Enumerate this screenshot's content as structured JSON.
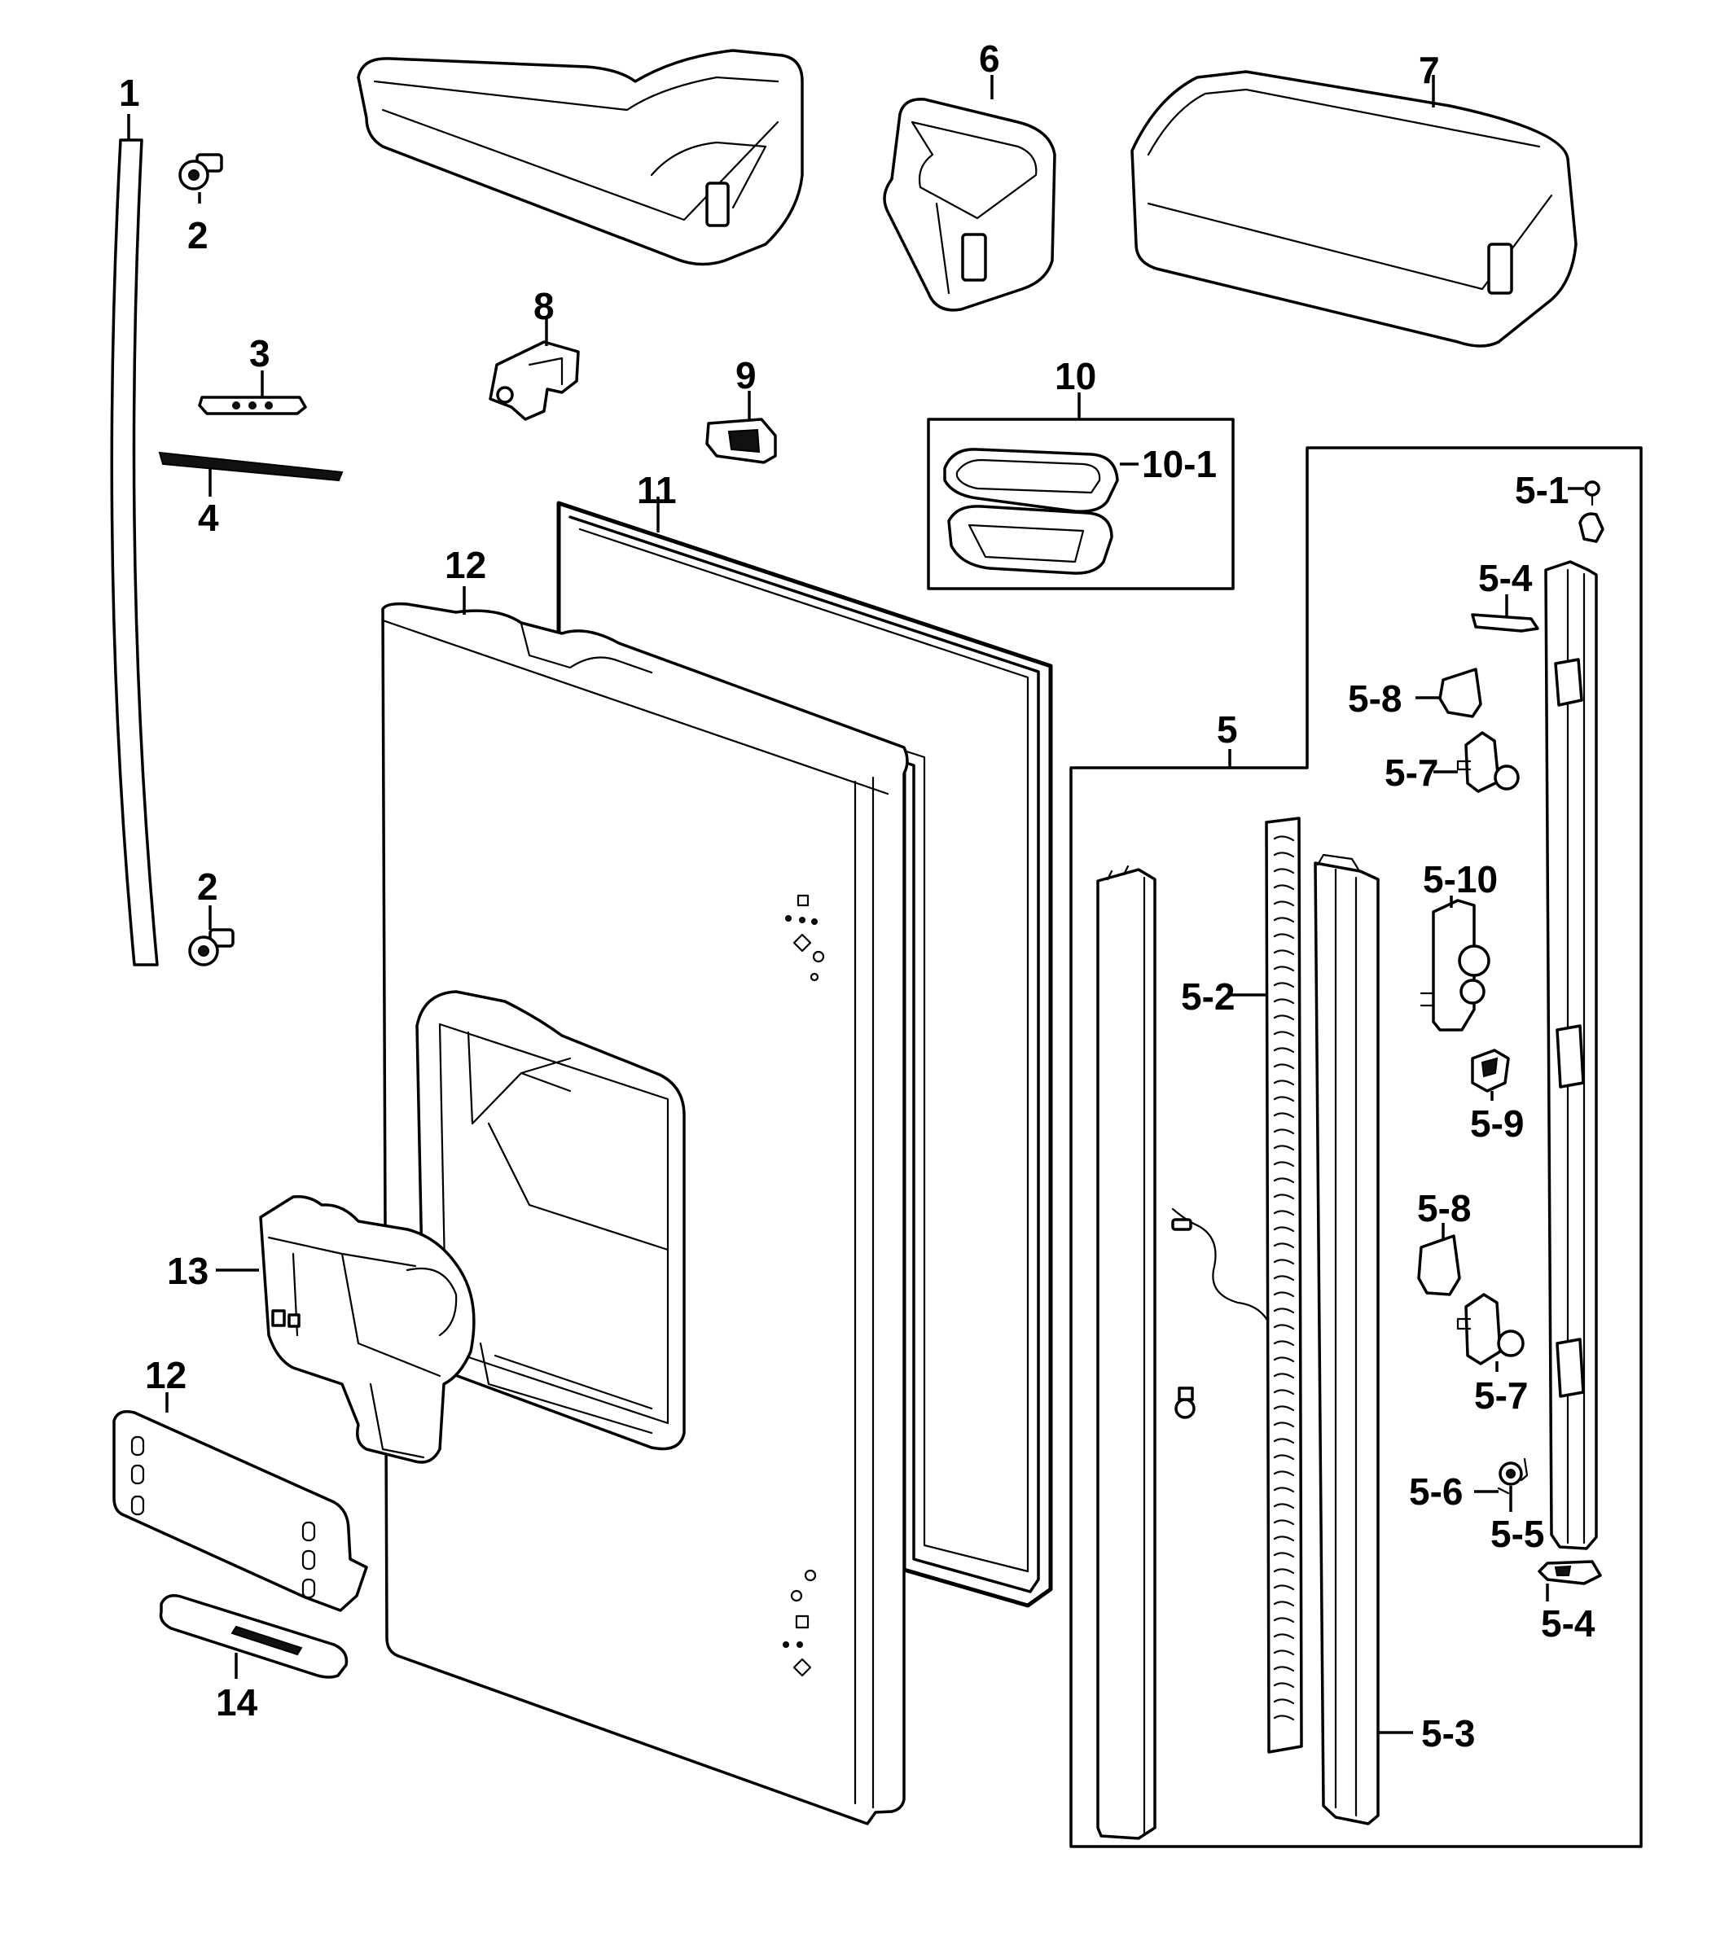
{
  "labels": {
    "p1": "1",
    "p2a": "2",
    "p2b": "2",
    "p3": "3",
    "p4": "4",
    "p6": "6",
    "p7": "7",
    "p8": "8",
    "p9": "9",
    "p10": "10",
    "p10_1": "10-1",
    "p11": "11",
    "p12a": "12",
    "p12b": "12",
    "p13": "13",
    "p14": "14",
    "p5": "5",
    "p5_1": "5-1",
    "p5_2": "5-2",
    "p5_3": "5-3",
    "p5_4a": "5-4",
    "p5_4b": "5-4",
    "p5_5": "5-5",
    "p5_6": "5-6",
    "p5_7a": "5-7",
    "p5_7b": "5-7",
    "p5_8a": "5-8",
    "p5_8b": "5-8",
    "p5_9": "5-9",
    "p5_10": "5-10"
  }
}
